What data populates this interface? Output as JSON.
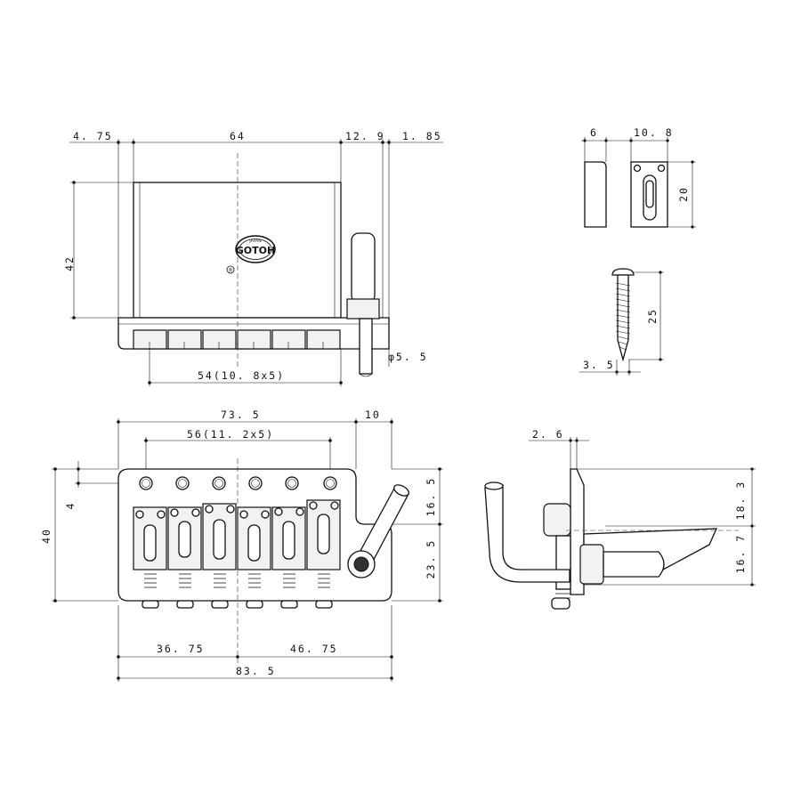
{
  "top_view": {
    "dim_left_offset": "4. 75",
    "dim_width": "64",
    "dim_gap": "12. 9",
    "dim_post": "1. 85",
    "dim_height": "42",
    "dim_saddle_span": "54(10. 8x5)",
    "dim_post_dia": "φ5. 5",
    "logo_text": "GOTOH",
    "logo_sub": "JAPAN"
  },
  "saddle_detail": {
    "dim_thickness": "6",
    "dim_width": "10. 8",
    "dim_length": "20"
  },
  "screw_detail": {
    "dim_length": "25",
    "dim_diameter": "3. 5"
  },
  "front_view": {
    "dim_width": "73. 5",
    "dim_arm_offset": "10",
    "dim_hole_span": "56(11. 2x5)",
    "dim_height": "40",
    "dim_edge": "4",
    "dim_upper": "16. 5",
    "dim_lower": "23. 5",
    "dim_left_half": "36. 75",
    "dim_right_half": "46. 75",
    "dim_total": "83. 5"
  },
  "side_view": {
    "dim_plate": "2. 6",
    "dim_upper": "18. 3",
    "dim_lower": "16. 7"
  }
}
